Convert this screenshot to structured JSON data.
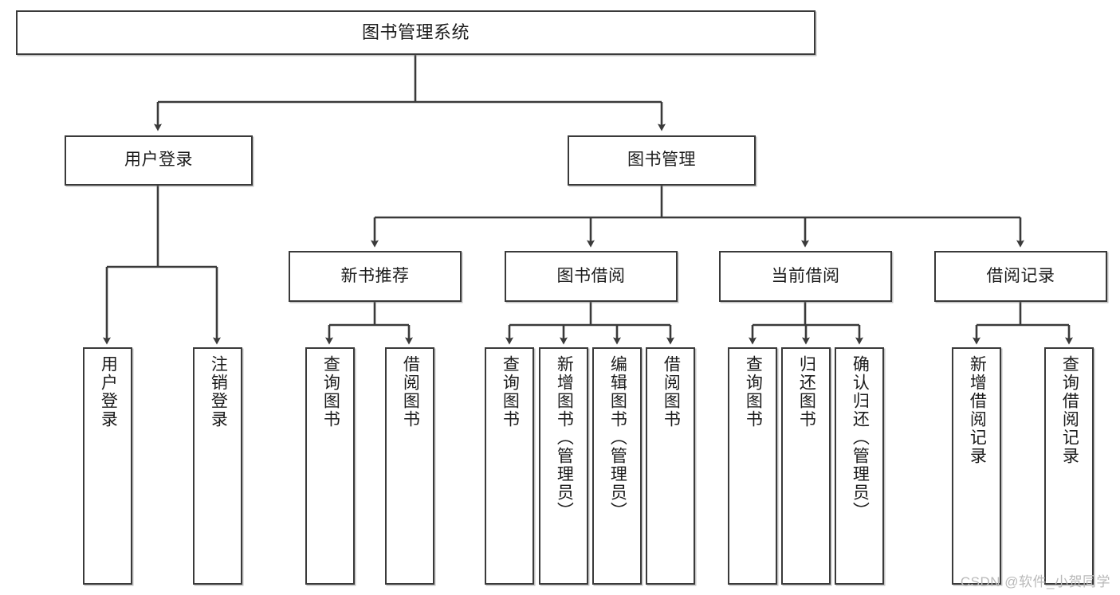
{
  "diagram": {
    "type": "tree-hierarchy",
    "title": "图书管理系统",
    "root": {
      "label": "图书管理系统"
    },
    "level2": [
      {
        "label": "用户登录"
      },
      {
        "label": "图书管理"
      }
    ],
    "level3": [
      {
        "label": "新书推荐"
      },
      {
        "label": "图书借阅"
      },
      {
        "label": "当前借阅"
      },
      {
        "label": "借阅记录"
      }
    ],
    "leaves": {
      "user_login": [
        {
          "label": "用户登录"
        },
        {
          "label": "注销登录"
        }
      ],
      "new_book_recommend": [
        {
          "label": "查询图书"
        },
        {
          "label": "借阅图书"
        }
      ],
      "book_borrow": [
        {
          "label": "查询图书"
        },
        {
          "label": "新增图书（管理员）"
        },
        {
          "label": "编辑图书（管理员）"
        },
        {
          "label": "借阅图书"
        }
      ],
      "current_borrow": [
        {
          "label": "查询图书"
        },
        {
          "label": "归还图书"
        },
        {
          "label": "确认归还（管理员）"
        }
      ],
      "borrow_record": [
        {
          "label": "新增借阅记录"
        },
        {
          "label": "查询借阅记录"
        }
      ]
    }
  },
  "watermark": {
    "text": "CSDN @软件_小贺同学"
  },
  "colors": {
    "stroke": "#3a3a3a",
    "box_fill": "#ffffff",
    "text": "#1b1b1b",
    "watermark": "#b9b9b9"
  }
}
